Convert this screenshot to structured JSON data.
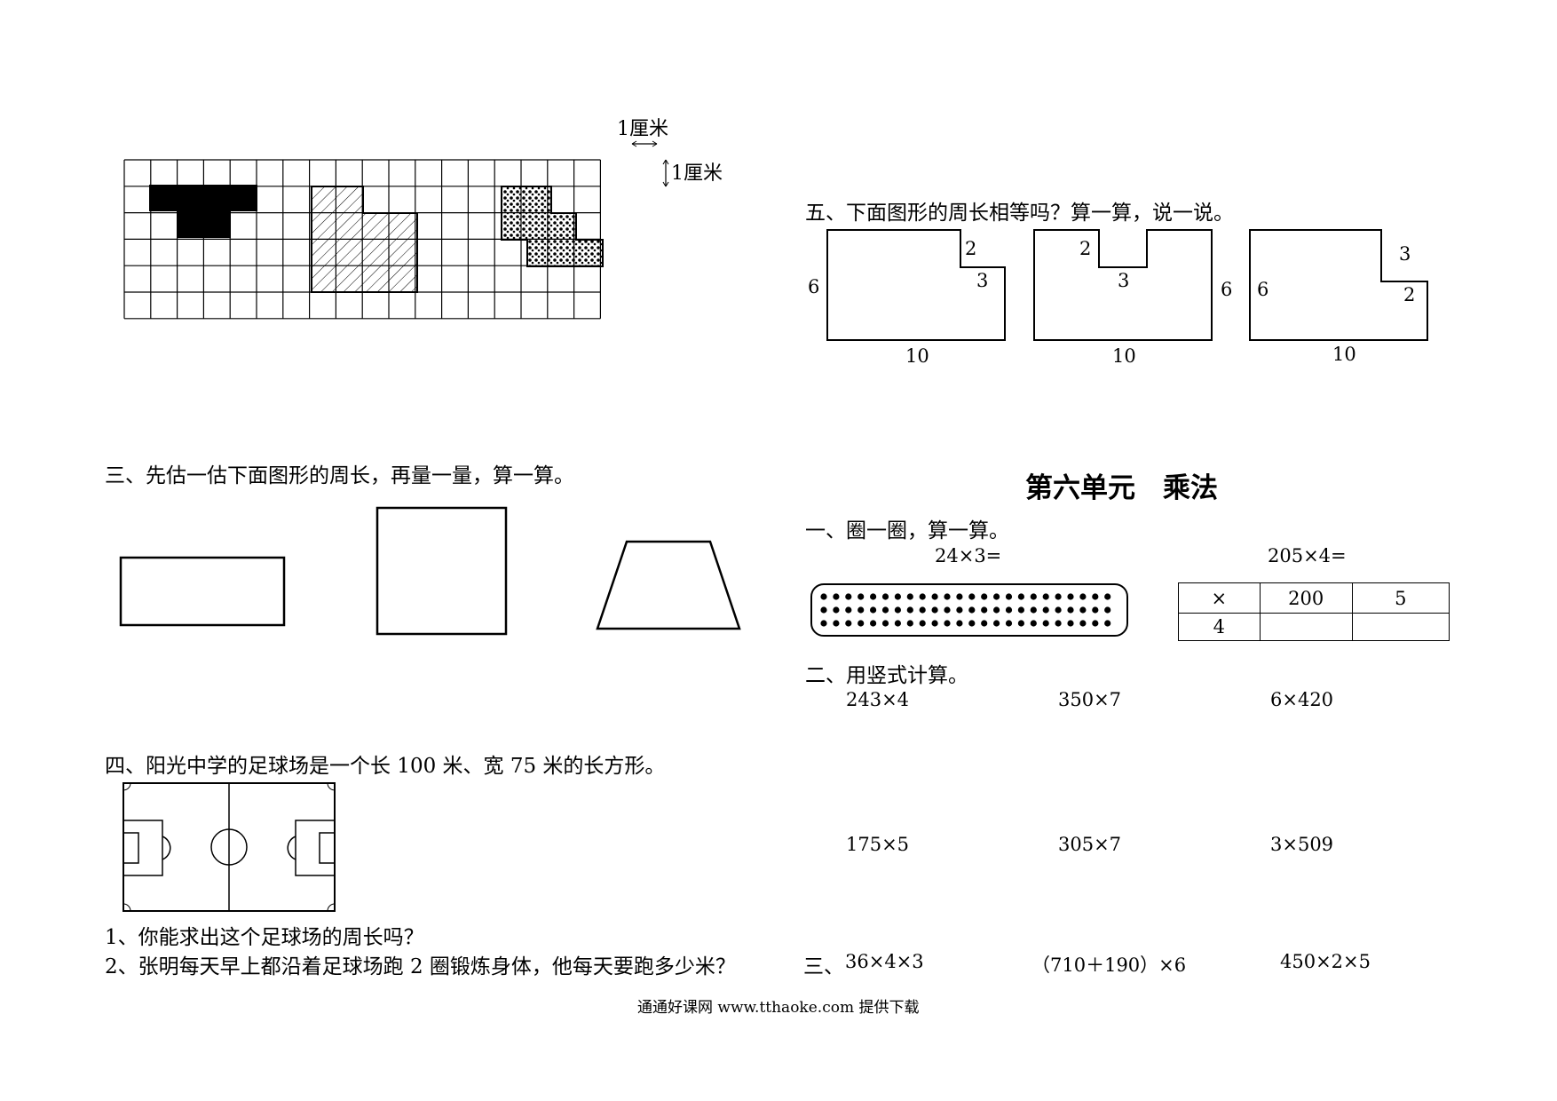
{
  "grid_section": {
    "unit_horizontal": "1厘米",
    "unit_vertical": "1厘米"
  },
  "section5": {
    "heading": "五、下面图形的周长相等吗？算一算，说一说。",
    "figures": [
      {
        "left": "6",
        "bottom": "10",
        "notch_labels": [
          "2",
          "3"
        ]
      },
      {
        "right": "6",
        "bottom": "10",
        "notch_labels": [
          "2",
          "3"
        ]
      },
      {
        "left": "6",
        "bottom": "10",
        "notch_labels": [
          "3",
          "2"
        ]
      }
    ]
  },
  "section3": {
    "heading": "三、先估一估下面图形的周长，再量一量，算一算。"
  },
  "section4": {
    "heading": "四、阳光中学的足球场是一个长 100 米、宽 75 米的长方形。",
    "q1": "1、你能求出这个足球场的周长吗？",
    "q2": "2、张明每天早上都沿着足球场跑 2 圈锻炼身体，他每天要跑多少米？"
  },
  "unit6": {
    "title": "第六单元　乘法",
    "part1": {
      "heading": "一、圈一圈，算一算。",
      "expr_left": "24×3=",
      "expr_right": "205×4=",
      "dot_rows": 3,
      "dots_per_row": 24,
      "table": {
        "header": [
          "×",
          "200",
          "5"
        ],
        "row": [
          "4",
          "",
          ""
        ]
      }
    },
    "part2": {
      "heading": "二、用竖式计算。",
      "row1": [
        "243×4",
        "350×7",
        "6×420"
      ],
      "row2": [
        "175×5",
        "305×7",
        "3×509"
      ]
    },
    "part3": {
      "prefix": "三、",
      "exprs": [
        "36×4×3",
        "（710＋190）×6",
        "450×2×5"
      ]
    }
  },
  "footer": "通通好课网 www.tthaoke.com 提供下载"
}
